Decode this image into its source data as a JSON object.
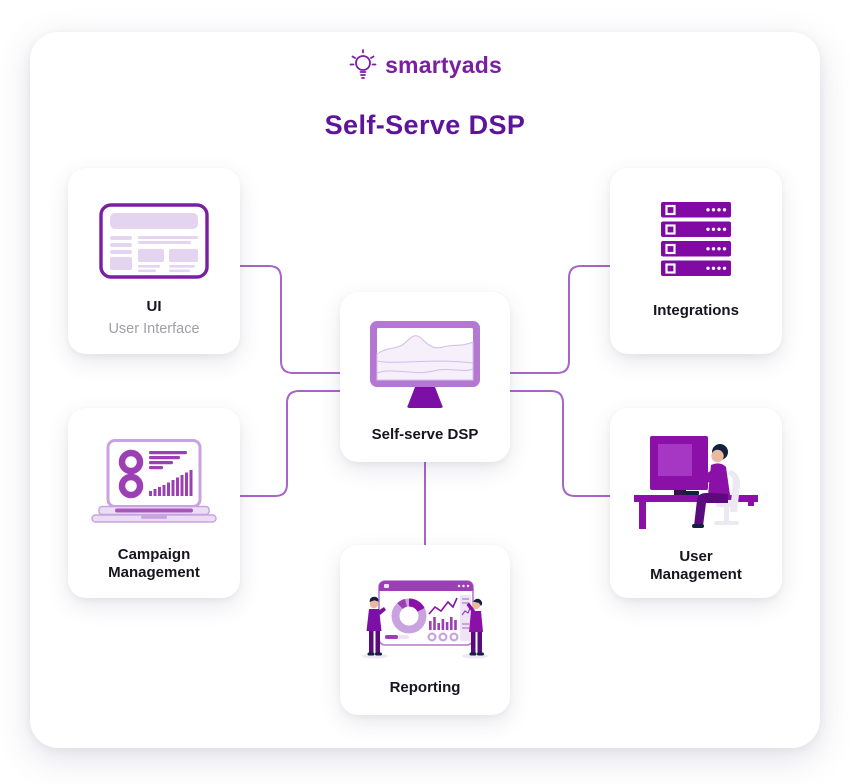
{
  "brand": {
    "name": "smartyads",
    "icon": "lightbulb-icon",
    "color": "#7B1FA2"
  },
  "title": "Self-Serve DSP",
  "diagram": {
    "center": {
      "id": "self-serve-dsp",
      "label": "Self-serve DSP",
      "icon": "monitor-chart-icon"
    },
    "nodes": [
      {
        "id": "ui",
        "label": "UI",
        "sublabel": "User Interface",
        "icon": "browser-wireframe-icon",
        "position": "top-left"
      },
      {
        "id": "integrations",
        "label": "Integrations",
        "icon": "server-stack-icon",
        "position": "top-right"
      },
      {
        "id": "campaign-management",
        "label": "Campaign Management",
        "icon": "laptop-analytics-icon",
        "position": "bottom-left"
      },
      {
        "id": "user-management",
        "label": "User Management",
        "icon": "person-at-desk-icon",
        "position": "middle-right"
      },
      {
        "id": "reporting",
        "label": "Reporting",
        "icon": "dashboard-presentation-icon",
        "position": "bottom-center"
      }
    ],
    "connections": [
      "ui -> self-serve-dsp",
      "integrations -> self-serve-dsp",
      "campaign-management -> self-serve-dsp",
      "user-management -> self-serve-dsp",
      "reporting -> self-serve-dsp"
    ]
  },
  "colors": {
    "brand_purple": "#7B1FA2",
    "title_purple": "#5D149B",
    "icon_vivid_purple": "#8109A4",
    "icon_mid_purple": "#9C3FB5",
    "icon_light_purple": "#C9A3DF",
    "icon_pale_fill": "#E4D4F0",
    "connector_purple": "#A764C9",
    "label_dark": "#17141F",
    "sublabel_gray": "#9FA0A6"
  }
}
